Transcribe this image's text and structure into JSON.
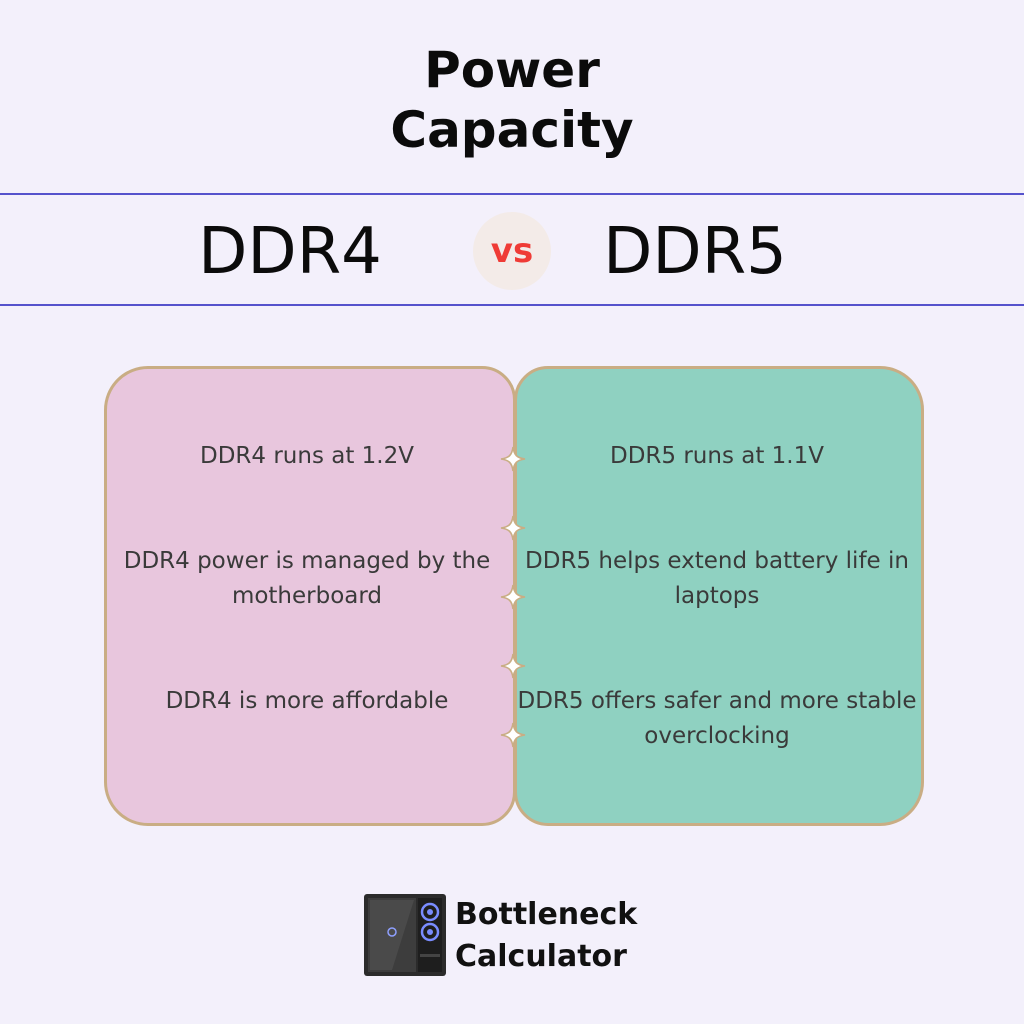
{
  "title": {
    "line1": "Power",
    "line2": "Capacity"
  },
  "comparison": {
    "left": "DDR4",
    "vs": "vs",
    "right": "DDR5"
  },
  "left_panel": {
    "items": [
      "DDR4 runs at 1.2V",
      "DDR4 power is managed by the motherboard",
      "DDR4 is more affordable"
    ],
    "color": "#e8c6dd"
  },
  "right_panel": {
    "items": [
      "DDR5 runs at 1.1V",
      "DDR5 helps extend battery life in laptops",
      "DDR5 offers safer and more stable overclocking"
    ],
    "color": "#8fd1c1"
  },
  "connectors": {
    "icon": "sparkle-diamond-icon",
    "count": 5
  },
  "brand": {
    "line1": "Bottleneck",
    "line2": "Calculator",
    "icon": "pc-case-icon"
  },
  "colors": {
    "rule": "#5552cc",
    "vs": "#ef3b36",
    "border": "#c9ad84",
    "background": "#f3f0fb"
  }
}
